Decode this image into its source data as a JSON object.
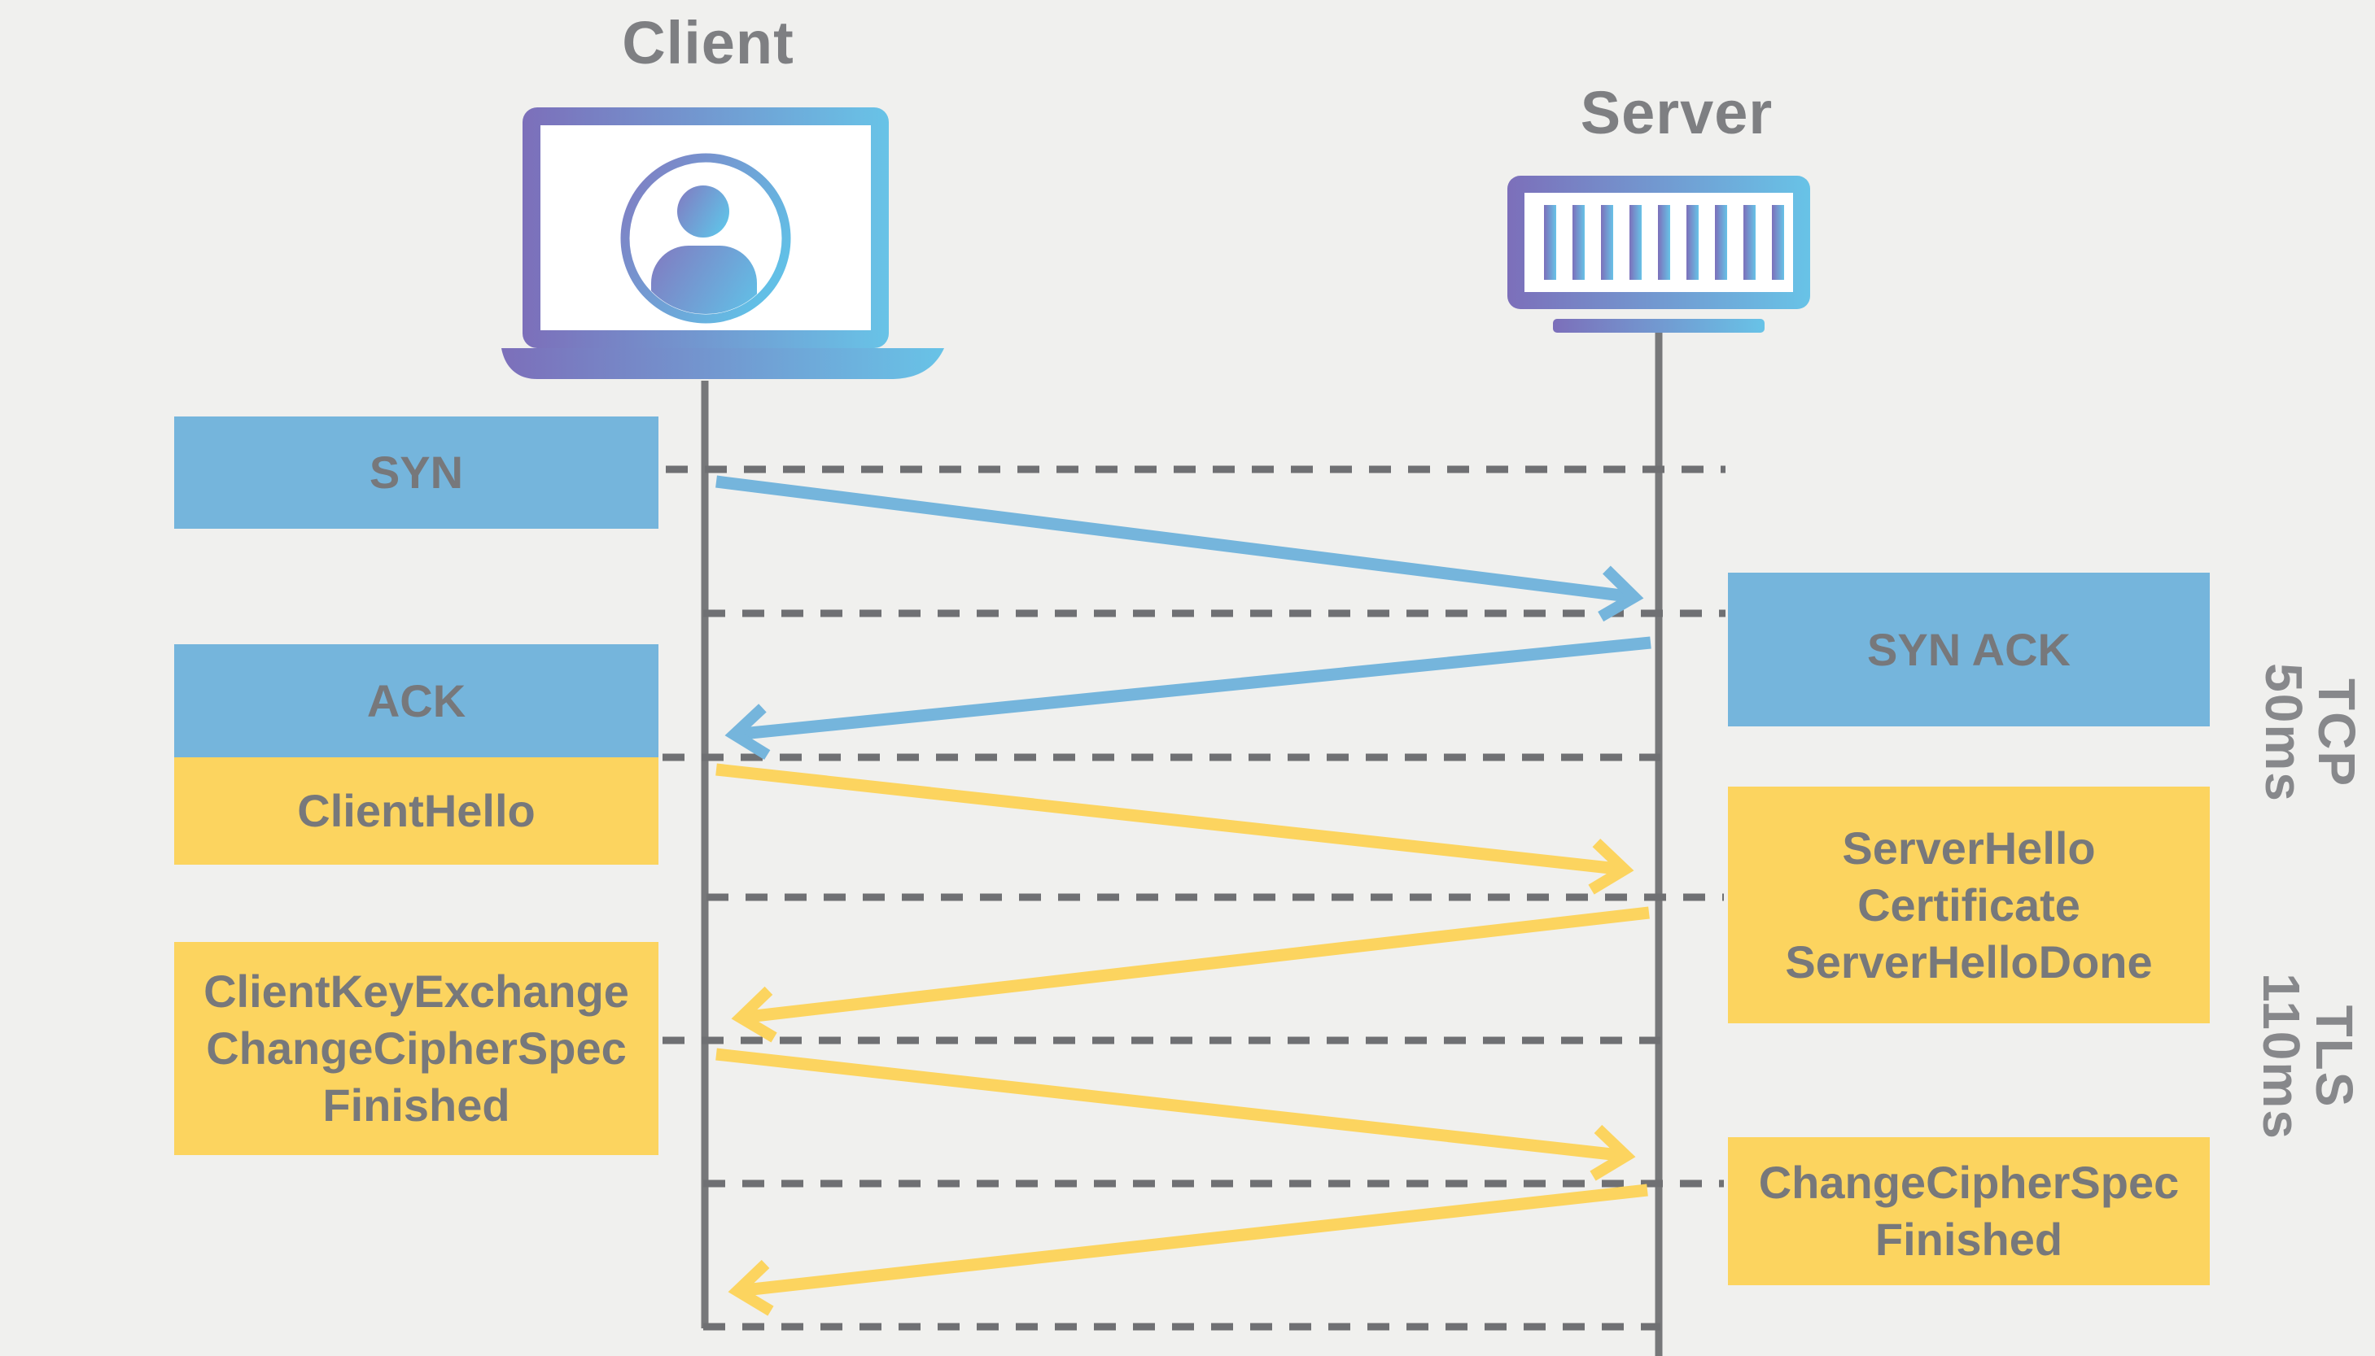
{
  "diagram": {
    "background_color": "#f0f0ee",
    "client": {
      "title": "Client",
      "icon": "laptop-user-icon"
    },
    "server": {
      "title": "Server",
      "icon": "server-rack-icon"
    },
    "colors": {
      "tcp_box_blue": "#75b5dc",
      "tls_box_yellow": "#fcd45f",
      "label_text_gray": "#77787b",
      "lifeline_gray": "#77787a",
      "dashed_rule_gray": "#6f7073",
      "icon_gradient_start": "#7c6fba",
      "icon_gradient_end": "#68c3e7"
    },
    "messages": {
      "left": [
        {
          "label": "SYN",
          "protocol": "TCP"
        },
        {
          "label": "ACK",
          "protocol": "TCP"
        },
        {
          "label": "ClientHello",
          "protocol": "TLS"
        },
        {
          "label": "ClientKeyExchange\nChangeCipherSpec\nFinished",
          "protocol": "TLS"
        }
      ],
      "right": [
        {
          "label": "SYN ACK",
          "protocol": "TCP"
        },
        {
          "label": "ServerHello\nCertificate\nServerHelloDone",
          "protocol": "TLS"
        },
        {
          "label": "ChangeCipherSpec\nFinished",
          "protocol": "TLS"
        }
      ]
    },
    "phases": [
      {
        "protocol": "TCP",
        "duration": "50ms"
      },
      {
        "protocol": "TLS",
        "duration": "110ms"
      }
    ]
  }
}
